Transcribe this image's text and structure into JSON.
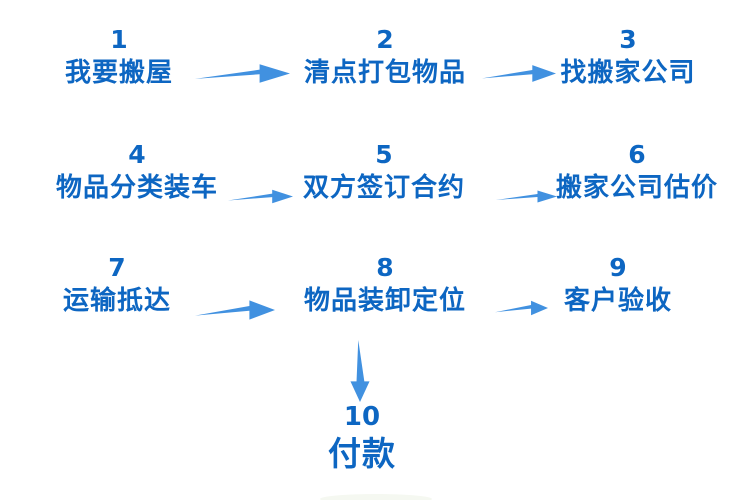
{
  "diagram": {
    "type": "flowchart",
    "topic": "moving-house process",
    "background": "#ffffff"
  },
  "colors": {
    "text_blue": "#0d66c2",
    "arrow_blue": "#4191e0"
  },
  "steps": [
    {
      "num": "1",
      "label": "我要搬屋"
    },
    {
      "num": "2",
      "label": "清点打包物品"
    },
    {
      "num": "3",
      "label": "找搬家公司"
    },
    {
      "num": "4",
      "label": "物品分类装车"
    },
    {
      "num": "5",
      "label": "双方签订合约"
    },
    {
      "num": "6",
      "label": "搬家公司估价"
    },
    {
      "num": "7",
      "label": "运输抵达"
    },
    {
      "num": "8",
      "label": "物品装卸定位"
    },
    {
      "num": "9",
      "label": "客户验收"
    },
    {
      "num": "10",
      "label": "付款"
    }
  ],
  "connections": [
    "1→2",
    "2→3",
    "4→5",
    "5→6",
    "7→8",
    "8→9",
    "8→10"
  ]
}
